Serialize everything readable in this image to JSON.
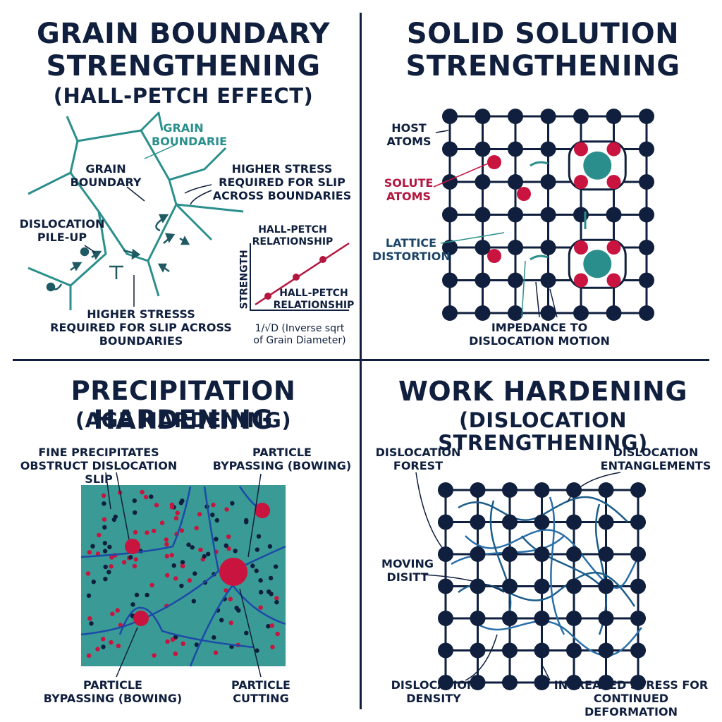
{
  "panels": {
    "grain_boundary": {
      "title_line1": "GRAIN BOUNDARY",
      "title_line2": "STRENGTHENING",
      "subtitle": "(HALL-PETCH EFFECT)",
      "label_grain_boundarie": "GRAIN\nBOUNDARIE",
      "label_grain_boundary": "GRAIN\nBOUNDARY",
      "label_higher_stress_top": "HIGHER STRESS\nREQUIRED FOR SLIP\nACROSS BOUNDARIES",
      "label_pileup": "DISLOCATION\nPILE-UP",
      "label_higher_stress_bottom": "HIGHER STRESSS\nREQUIRED FOR SLIP ACROSS\nBOUNDARIES",
      "inset_title": "HALL-PETCH\nRELATIONSHIP",
      "inset_line_label": "HALL-PETCH\nRELATIONSHIP",
      "inset_ylabel": "STRENGTH",
      "inset_xlabel": "1/√D (Inverse sqrt\nof Grain Diameter)"
    },
    "solid_solution": {
      "title_line1": "SOLID SOLUTION",
      "title_line2": "STRENGTHENING",
      "label_host": "HOST\nATOMS",
      "label_solute": "SOLUTE\nATOMS",
      "label_lattice": "LATTICE\nDISTORTION",
      "label_impedance": "IMPEDANCE TO\nDISLOCATION MOTION"
    },
    "precipitation": {
      "title_line1": "PRECIPITATION HARDENING",
      "subtitle": "(AGE HARDENING)",
      "label_fine": "FINE PRECIPITATES\nOBSTRUCT DISLOCATION SLIP",
      "label_bypass_top": "PARTICLE\nBYPASSING (BOWING)",
      "label_bypass_bottom": "PARTICLE\nBYPASSING (BOWING)",
      "label_cutting": "PARTICLE\nCUTTING"
    },
    "work_hardening": {
      "title_line1": "WORK HARDENING",
      "subtitle": "(DISLOCATION STRENGTHENING)",
      "label_forest": "DISLOCATION\nFOREST",
      "label_entangle": "DISLOCATION\nENTANGLEMENTS",
      "label_moving": "MOVING\nDISITT",
      "label_density": "DISLOCATION\nDENSITY",
      "label_increased": "INCREASED STRESS FOR\nCONTINUED DEFORMATION"
    }
  },
  "colors": {
    "navy": "#0f1f3d",
    "teal": "#2a8f8c",
    "red": "#c8143f",
    "field": "#3a9a95",
    "blue_line": "#1c4aa8"
  }
}
